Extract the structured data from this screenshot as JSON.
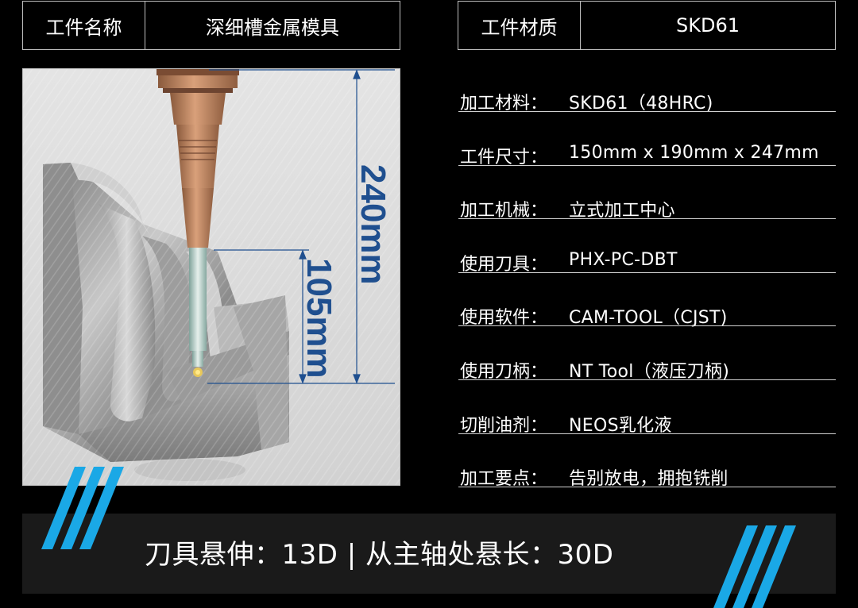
{
  "header": {
    "left_label": "工件名称",
    "left_value": "深细槽金属模具",
    "right_label": "工件材质",
    "right_value": "SKD61"
  },
  "figure": {
    "dim_long": "240mm",
    "dim_short": "105mm"
  },
  "specs": [
    {
      "key": "加工材料：",
      "value": "SKD61（48HRC)"
    },
    {
      "key": "工件尺寸：",
      "value": "150mm x 190mm x 247mm"
    },
    {
      "key": "加工机械：",
      "value": "立式加工中心"
    },
    {
      "key": "使用刀具：",
      "value": "PHX-PC-DBT"
    },
    {
      "key": "使用软件：",
      "value": "CAM-TOOL（CJST)"
    },
    {
      "key": "使用刀柄：",
      "value": "NT Tool（液压刀柄)"
    },
    {
      "key": "切削油剂：",
      "value": "NEOS乳化液"
    },
    {
      "key": "加工要点：",
      "value": "告别放电，拥抱铣削"
    }
  ],
  "bottom": {
    "text": "刀具悬伸：13D  |  从主轴处悬长：30D"
  },
  "colors": {
    "accent_stripe": "#1aa8e6",
    "dimension_line": "#1f4f8f",
    "background": "#000000",
    "bar": "#1a1a1a"
  }
}
